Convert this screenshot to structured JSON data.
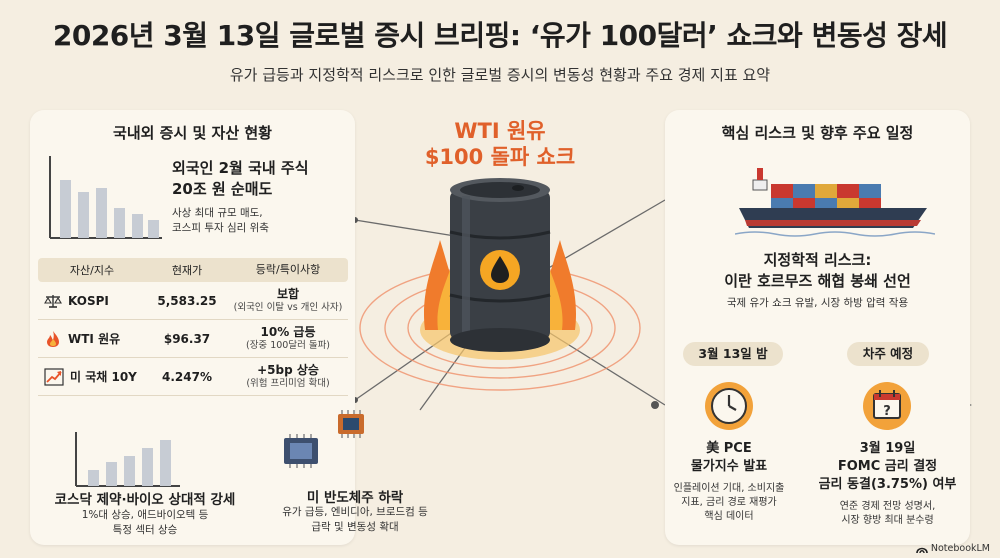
{
  "header": {
    "title": "2026년 3월 13일 글로벌 증시 브리핑: ‘유가 100달러’ 쇼크와 변동성 장세",
    "subtitle": "유가 급등과 지정학적 리스크로 인한 글로벌 증시의 변동성 현황과 주요 경제 지표 요약"
  },
  "left": {
    "heading": "국내외 증시 및 자산 현황",
    "foreign": {
      "title_line1": "외국인 2월 국내 주식",
      "title_line2": "20조 원 순매도",
      "desc_line1": "사상 최대 규모 매도,",
      "desc_line2": "코스피 투자 심리 위축"
    },
    "table": {
      "headers": [
        "자산/지수",
        "현재가",
        "등락/특이사항"
      ],
      "rows": [
        {
          "name": "KOSPI",
          "value": "5,583.25",
          "change": "보합",
          "note": "(외국인 이탈 vs 개인 사자)",
          "icon": "scale-icon"
        },
        {
          "name": "WTI 원유",
          "value": "$96.37",
          "change": "10% 급등",
          "note": "(장중 100달러 돌파)",
          "icon": "flame-icon"
        },
        {
          "name": "미 국채 10Y",
          "value": "4.247%",
          "change": "+5bp 상승",
          "note": "(위험 프리미엄 확대)",
          "icon": "trend-up-icon"
        }
      ]
    },
    "kosdaq": {
      "title": "코스닥 제약·바이오 상대적 강세",
      "desc_line1": "1%대 상승, 애드바이오텍 등",
      "desc_line2": "특정 섹터 상승"
    }
  },
  "center": {
    "title_line1": "WTI 원유",
    "title_line2": "$100 돌파 쇼크",
    "semis": {
      "title": "미 반도체주 하락",
      "desc_line1": "유가 급등, 엔비디아, 브로드컴 등",
      "desc_line2": "급락 및 변동성 확대"
    }
  },
  "right": {
    "heading": "핵심 리스크 및 향후 주요 일정",
    "risk": {
      "title_line1": "지정학적 리스크:",
      "title_line2": "이란 호르무즈 해협 봉쇄 선언",
      "desc": "국제 유가 쇼크 유발, 시장 하방 압력 작용"
    },
    "events": [
      {
        "tag": "3월 13일 밤",
        "title_line1": "美 PCE",
        "title_line2": "물가지수 발표",
        "desc_line1": "인플레이션 기대, 소비지출",
        "desc_line2": "지표, 금리 경로 재평가",
        "desc_line3": "핵심 데이터"
      },
      {
        "tag": "차주 예정",
        "title_line1": "3월 19일",
        "title_line2": "FOMC 금리 결정",
        "title_line3": "금리 동결(3.75%) 여부",
        "desc_line1": "연준 경제 전망 성명서,",
        "desc_line2": "시장 향방 최대 분수령"
      }
    ]
  },
  "footer": {
    "brand": "NotebookLM"
  },
  "colors": {
    "accent": "#e0602a",
    "panel": "#fbf7ee",
    "background": "#f5eee1",
    "pill": "#ece2cd"
  }
}
